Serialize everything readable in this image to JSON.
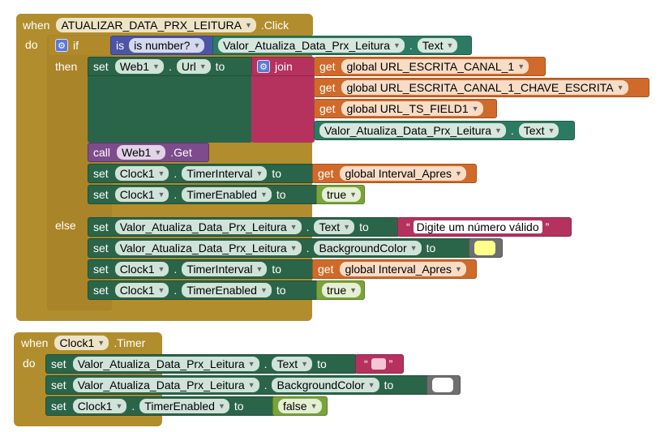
{
  "event1": {
    "when": "when",
    "component": "ATUALIZAR_DATA_PRX_LEITURA",
    "event": ".Click",
    "do": "do",
    "if_kw": "if",
    "then_kw": "then",
    "else_kw": "else",
    "cond": {
      "is_number": "is number?",
      "component": "Valor_Atualiza_Data_Prx_Leitura",
      "prop": "Text"
    },
    "then": {
      "set_url": {
        "set": "set",
        "component": "Web1",
        "prop": "Url",
        "to": "to",
        "join": "join",
        "items": [
          {
            "get": "get",
            "var": "global URL_ESCRITA_CANAL_1"
          },
          {
            "get": "get",
            "var": "global URL_ESCRITA_CANAL_1_CHAVE_ESCRITA"
          },
          {
            "get": "get",
            "var": "global URL_TS_FIELD1"
          }
        ],
        "last": {
          "component": "Valor_Atualiza_Data_Prx_Leitura",
          "prop": "Text"
        }
      },
      "call": {
        "call": "call",
        "component": "Web1",
        "method": ".Get"
      },
      "timer_interval": {
        "set": "set",
        "component": "Clock1",
        "prop": "TimerInterval",
        "to": "to",
        "get": "get",
        "var": "global Interval_Apres"
      },
      "timer_enabled": {
        "set": "set",
        "component": "Clock1",
        "prop": "TimerEnabled",
        "to": "to",
        "value": "true"
      }
    },
    "else": {
      "set_text": {
        "set": "set",
        "component": "Valor_Atualiza_Data_Prx_Leitura",
        "prop": "Text",
        "to": "to",
        "value": "Digite um número válido"
      },
      "set_bg": {
        "set": "set",
        "component": "Valor_Atualiza_Data_Prx_Leitura",
        "prop": "BackgroundColor",
        "to": "to",
        "color": "#ffff8a"
      },
      "timer_interval": {
        "set": "set",
        "component": "Clock1",
        "prop": "TimerInterval",
        "to": "to",
        "get": "get",
        "var": "global Interval_Apres"
      },
      "timer_enabled": {
        "set": "set",
        "component": "Clock1",
        "prop": "TimerEnabled",
        "to": "to",
        "value": "true"
      }
    }
  },
  "event2": {
    "when": "when",
    "component": "Clock1",
    "event": ".Timer",
    "do": "do",
    "set_text": {
      "set": "set",
      "component": "Valor_Atualiza_Data_Prx_Leitura",
      "prop": "Text",
      "to": "to",
      "value": ""
    },
    "set_bg": {
      "set": "set",
      "component": "Valor_Atualiza_Data_Prx_Leitura",
      "prop": "BackgroundColor",
      "to": "to",
      "color": "#ffffff"
    },
    "timer_enabled": {
      "set": "set",
      "component": "Clock1",
      "prop": "TimerEnabled",
      "to": "to",
      "value": "false"
    }
  },
  "colors": {
    "event": "#b18d2d",
    "set": "#2b6549",
    "get": "#d06a2a",
    "text": "#b5325e",
    "logic": "#4b55a5",
    "bool": "#7aa33a",
    "call": "#7d4c8c"
  }
}
